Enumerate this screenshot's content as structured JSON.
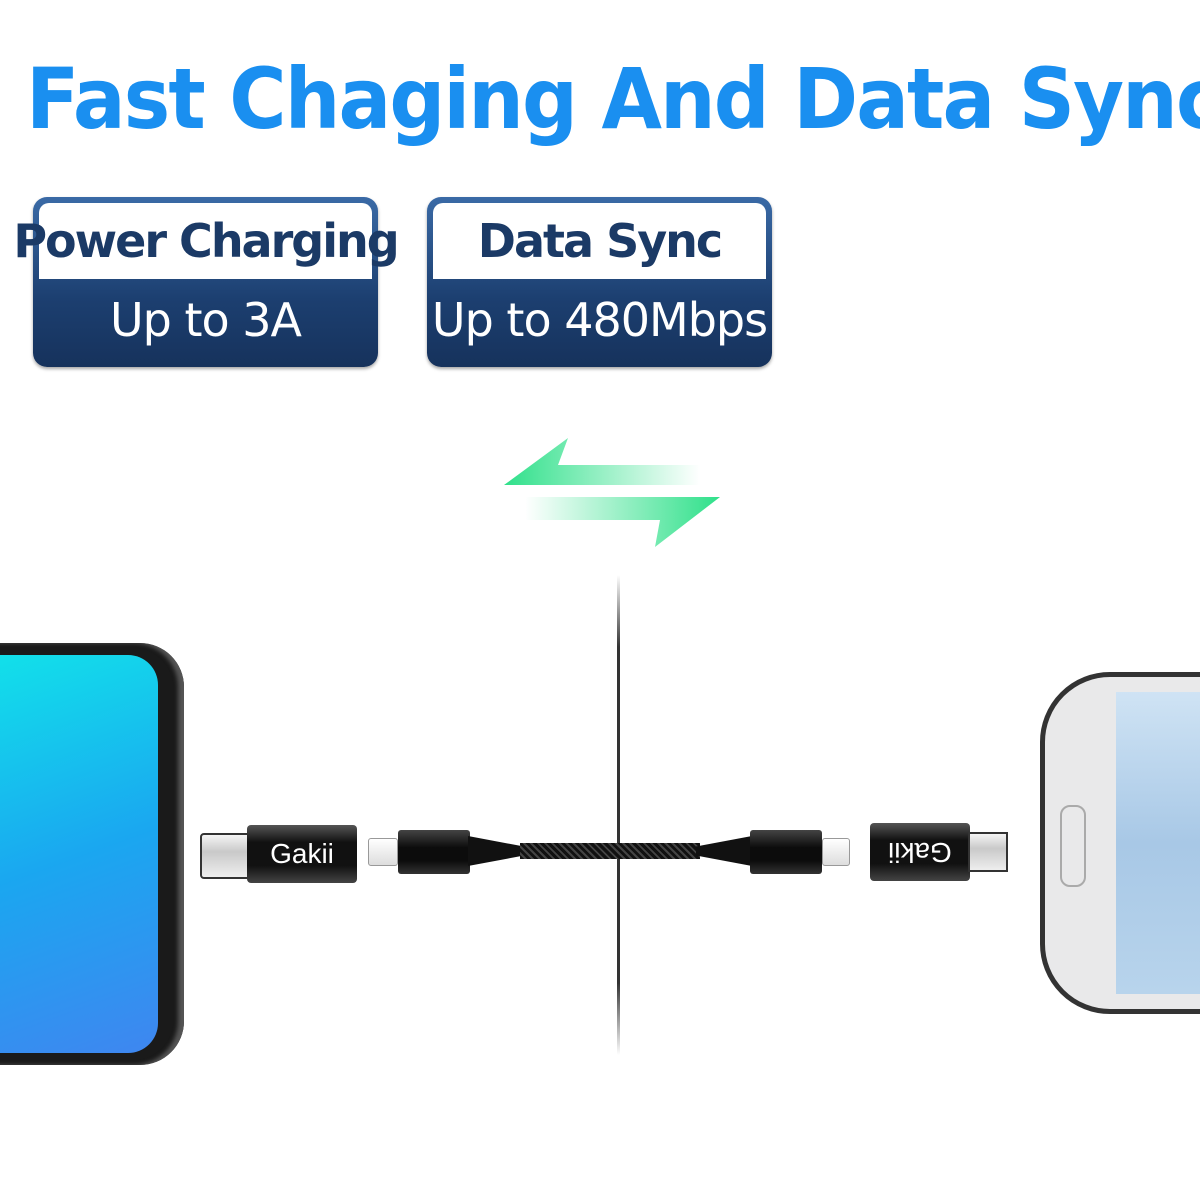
{
  "title": "Fast Chaging And Data Sync",
  "badges": [
    {
      "heading": "Power Charging",
      "value": "Up to 3A"
    },
    {
      "heading": "Data Sync",
      "value": "Up to 480Mbps"
    }
  ],
  "adapters": {
    "left_brand": "Gakii",
    "right_brand": "Gakii"
  },
  "colors": {
    "title": "#1a8ff0",
    "badge": "#1c3f70",
    "arrows": "#2fe08a"
  },
  "icons": [
    "bidirectional-arrows-icon"
  ]
}
